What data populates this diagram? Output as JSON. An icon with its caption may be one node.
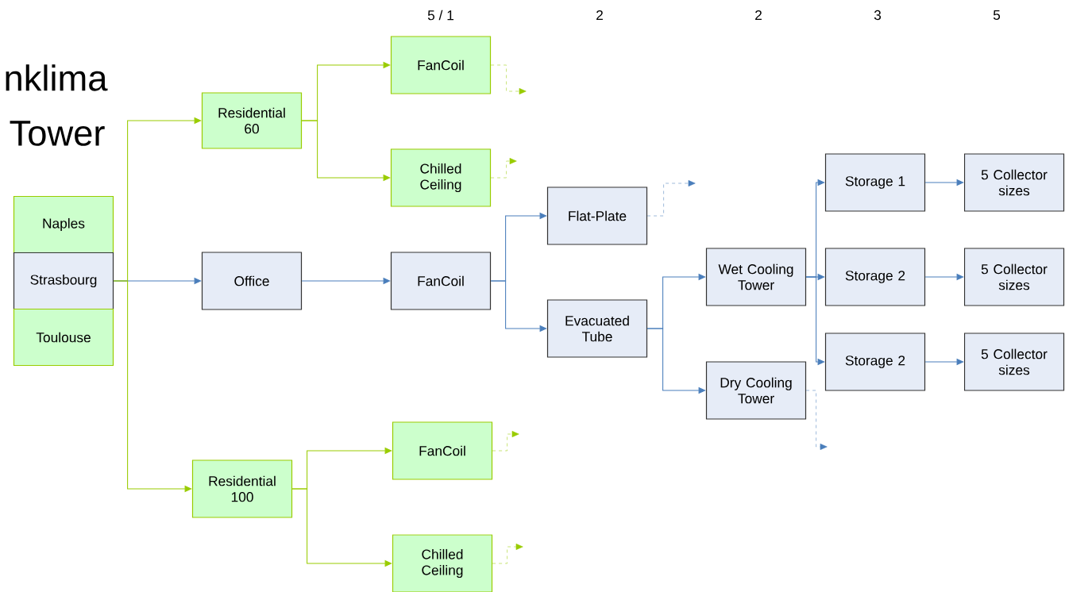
{
  "diagram": {
    "nodes": [
      {
        "text": [
          "Naples"
        ]
      },
      {
        "text": [
          "Strasbourg"
        ]
      },
      {
        "text": [
          "Toulouse"
        ]
      },
      {
        "text": [
          "Residential 60"
        ]
      },
      {
        "text": [
          "Office"
        ]
      },
      {
        "text": [
          "Residential 100"
        ]
      },
      {
        "text": [
          "FanCoil"
        ]
      },
      {
        "text": [
          "Chilled Ceiling"
        ]
      },
      {
        "text": [
          "FanCoil"
        ]
      },
      {
        "text": [
          "FanCoil"
        ]
      },
      {
        "text": [
          "Chilled Ceiling"
        ]
      },
      {
        "text": [
          "Flat-Plate"
        ]
      },
      {
        "text": [
          "Evacuated Tube"
        ]
      },
      {
        "text": [
          "Wet Cooling Tower"
        ]
      },
      {
        "text": [
          "Dry Cooling Tower"
        ]
      },
      {
        "text": [
          "Storage 1"
        ]
      },
      {
        "text": [
          "Storage 2"
        ]
      },
      {
        "text": [
          "Storage 2"
        ]
      },
      {
        "text": [
          "5 Collector sizes"
        ]
      },
      {
        "text": [
          "5 Collector sizes"
        ]
      },
      {
        "text": [
          "5 Collector sizes"
        ]
      }
    ],
    "edges": [
      {
        "from": 1,
        "to": 3,
        "arrow": "to",
        "color": "#99cc00"
      },
      {
        "from": 1,
        "to": 4,
        "arrow": "to"
      },
      {
        "from": 1,
        "to": 5,
        "arrow": "to",
        "color": "#99cc00"
      },
      {
        "from": 3,
        "to": 6,
        "arrow": "to",
        "color": "#99cc00"
      },
      {
        "from": 3,
        "to": 7,
        "arrow": "to",
        "color": "#99cc00"
      },
      {
        "from": 4,
        "to": 8,
        "arrow": "to"
      },
      {
        "from": 5,
        "to": 9,
        "arrow": "to",
        "color": "#99cc00"
      },
      {
        "from": 5,
        "to": 10,
        "arrow": "to",
        "color": "#99cc00"
      },
      {
        "from": 6,
        "to": null,
        "arrow": "to",
        "style": "dashed",
        "color": "#99cc00"
      },
      {
        "from": 7,
        "to": null,
        "arrow": "to",
        "style": "dashed",
        "color": "#99cc00"
      },
      {
        "from": 9,
        "to": null,
        "arrow": "to",
        "style": "dashed",
        "color": "#99cc00"
      },
      {
        "from": 10,
        "to": null,
        "arrow": "to",
        "style": "dashed",
        "color": "#99cc00"
      },
      {
        "from": 8,
        "to": 11,
        "arrow": "to"
      },
      {
        "from": 8,
        "to": 12,
        "arrow": "to"
      },
      {
        "from": 11,
        "to": null,
        "arrow": "to",
        "style": "dashed"
      },
      {
        "from": 12,
        "to": 13,
        "arrow": "to"
      },
      {
        "from": 12,
        "to": 14,
        "arrow": "to"
      },
      {
        "from": 14,
        "to": null,
        "arrow": "to",
        "style": "dashed"
      },
      {
        "from": 13,
        "to": 15,
        "arrow": "to"
      },
      {
        "from": 13,
        "to": 16,
        "arrow": "to"
      },
      {
        "from": 13,
        "to": 17,
        "arrow": "to"
      },
      {
        "from": 15,
        "to": 18,
        "arrow": "to"
      },
      {
        "from": 16,
        "to": 19,
        "arrow": "to"
      },
      {
        "from": 17,
        "to": 20,
        "arrow": "to"
      }
    ],
    "labels": [
      "5 / 1",
      "2",
      "2",
      "3",
      "5",
      "nklima",
      "Tower"
    ]
  }
}
